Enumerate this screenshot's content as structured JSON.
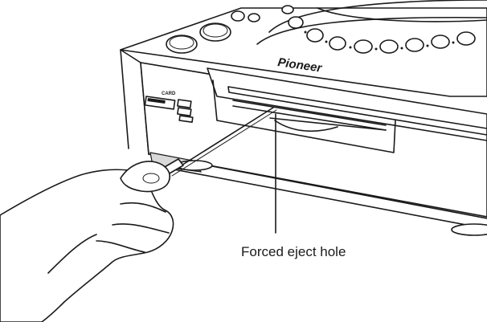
{
  "callout": {
    "label": "Forced eject hole"
  },
  "device": {
    "brand": "Pioneer",
    "card_label": "CARD"
  },
  "icons": [
    "cdj-player-illustration",
    "hand-icon",
    "pin-tool-icon"
  ]
}
